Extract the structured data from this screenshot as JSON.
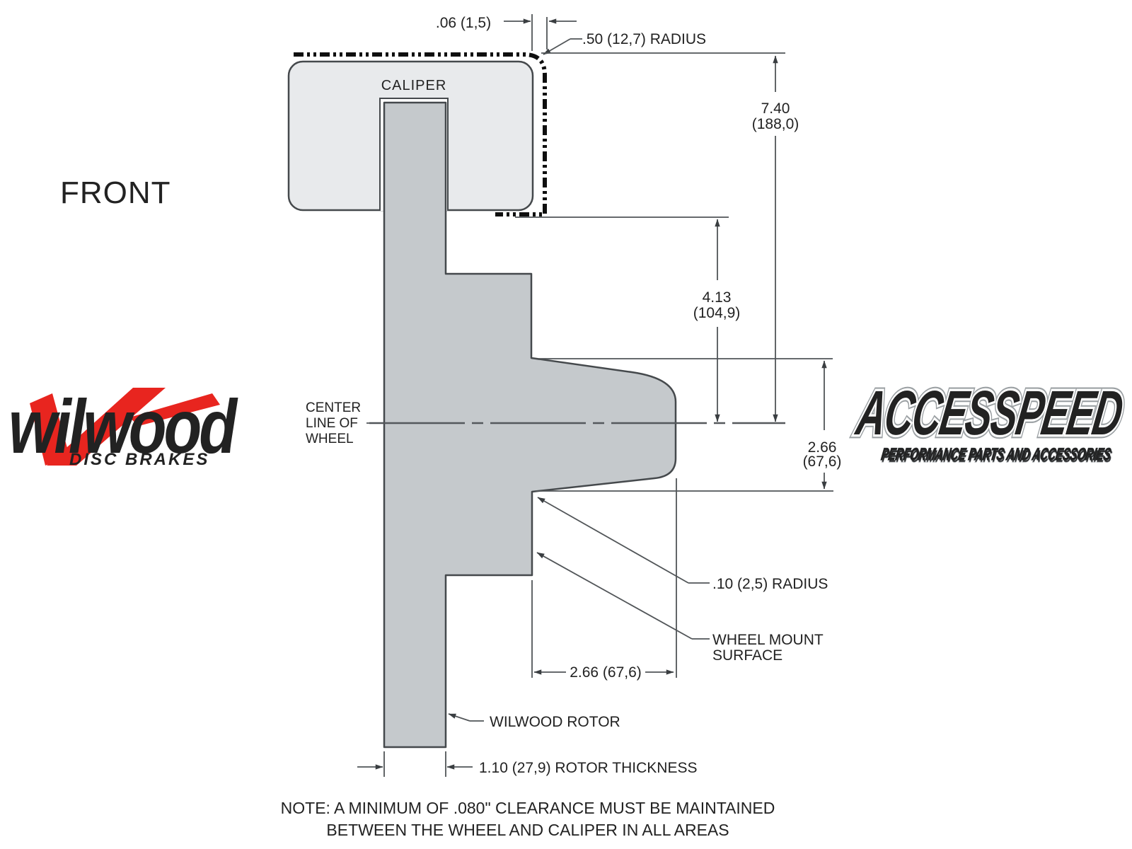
{
  "view_label": "FRONT",
  "caliper_label": "CALIPER",
  "centerline_label": [
    "CENTER",
    "LINE OF",
    "WHEEL"
  ],
  "dims": {
    "gap": ".06 (1,5)",
    "radius_top": ".50 (12,7) RADIUS",
    "height_in": "7.40",
    "height_mm": "(188,0)",
    "mid_in": "4.13",
    "mid_mm": "(104,9)",
    "hat_in": "2.66",
    "hat_mm": "(67,6)",
    "hat_depth": "2.66 (67,6)",
    "radius_small": ".10 (2,5) RADIUS",
    "wheel_mount_1": "WHEEL MOUNT",
    "wheel_mount_2": "SURFACE",
    "rotor_label": "WILWOOD ROTOR",
    "rotor_thickness": "1.10 (27,9) ROTOR THICKNESS"
  },
  "note_line1": "NOTE: A MINIMUM OF .080\" CLEARANCE MUST BE MAINTAINED",
  "note_line2": "BETWEEN THE WHEEL AND CALIPER IN ALL AREAS",
  "logo_wilwood": {
    "name": "wilwood",
    "sub": "DISC BRAKES",
    "red": "#e8251f"
  },
  "logo_accesspeed": {
    "name": "ACCESSPEED",
    "sub": "PERFORMANCE PARTS AND ACCESSORIES"
  },
  "colors": {
    "rotor_fill": "#c5c9cc",
    "caliper_fill": "#e8eaec",
    "outline": "#45494c",
    "dimline": "#515558"
  }
}
